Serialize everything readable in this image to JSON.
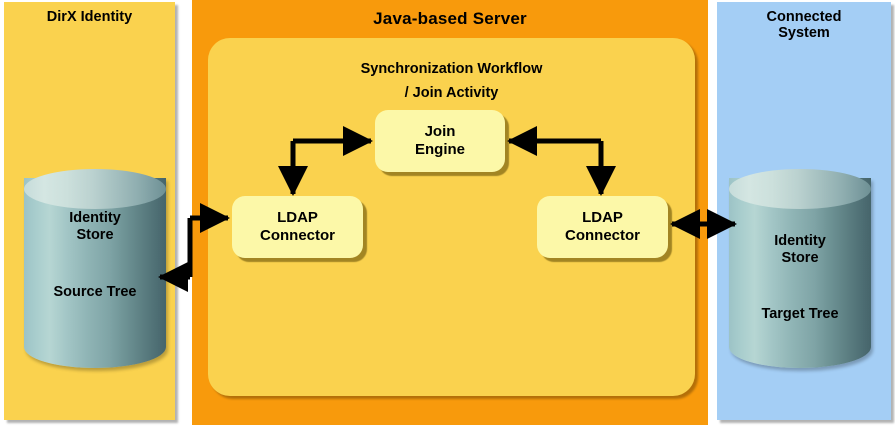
{
  "diagram": {
    "title_left": "DirX Identity",
    "title_center": "Java-based Server",
    "title_right": "Connected\nSystem",
    "workflow_title_line1": "Synchronization  Workflow",
    "workflow_title_line2": "/ Join Activity",
    "colors": {
      "left_panel": "#FAD24E",
      "server_panel": "#F89A0C",
      "right_panel": "#A4CEF5",
      "workflow_panel": "#FAD24E",
      "node_fill": "#FCF8A8",
      "cylinder_light": "#C6DCDA",
      "cylinder_dark": "#46656B",
      "arrow": "#000000"
    }
  },
  "panels": {
    "left": {
      "label": "DirX Identity"
    },
    "center": {
      "label": "Java-based Server"
    },
    "right": {
      "label_line1": "Connected",
      "label_line2": "System"
    }
  },
  "nodes": {
    "join_engine": {
      "line1": "Join",
      "line2": "Engine"
    },
    "ldap_connector_left": {
      "line1": "LDAP",
      "line2": "Connector"
    },
    "ldap_connector_right": {
      "line1": "LDAP",
      "line2": "Connector"
    }
  },
  "stores": {
    "source": {
      "line1": "Identity",
      "line2": "Store",
      "tree": "Source Tree"
    },
    "target": {
      "line1": "Identity",
      "line2": "Store",
      "tree": "Target Tree"
    }
  },
  "connectors": [
    {
      "name": "source-store-to-left-connector",
      "from": "Identity Store Source Tree",
      "to": "LDAP Connector (left)",
      "style": "elbow-bidirectional"
    },
    {
      "name": "left-connector-to-join-engine",
      "from": "LDAP Connector (left)",
      "to": "Join Engine",
      "style": "elbow-bidirectional"
    },
    {
      "name": "join-engine-to-right-connector",
      "from": "Join Engine",
      "to": "LDAP Connector (right)",
      "style": "elbow-bidirectional"
    },
    {
      "name": "right-connector-to-target-store",
      "from": "LDAP Connector (right)",
      "to": "Identity Store Target Tree",
      "style": "double-headed"
    }
  ]
}
